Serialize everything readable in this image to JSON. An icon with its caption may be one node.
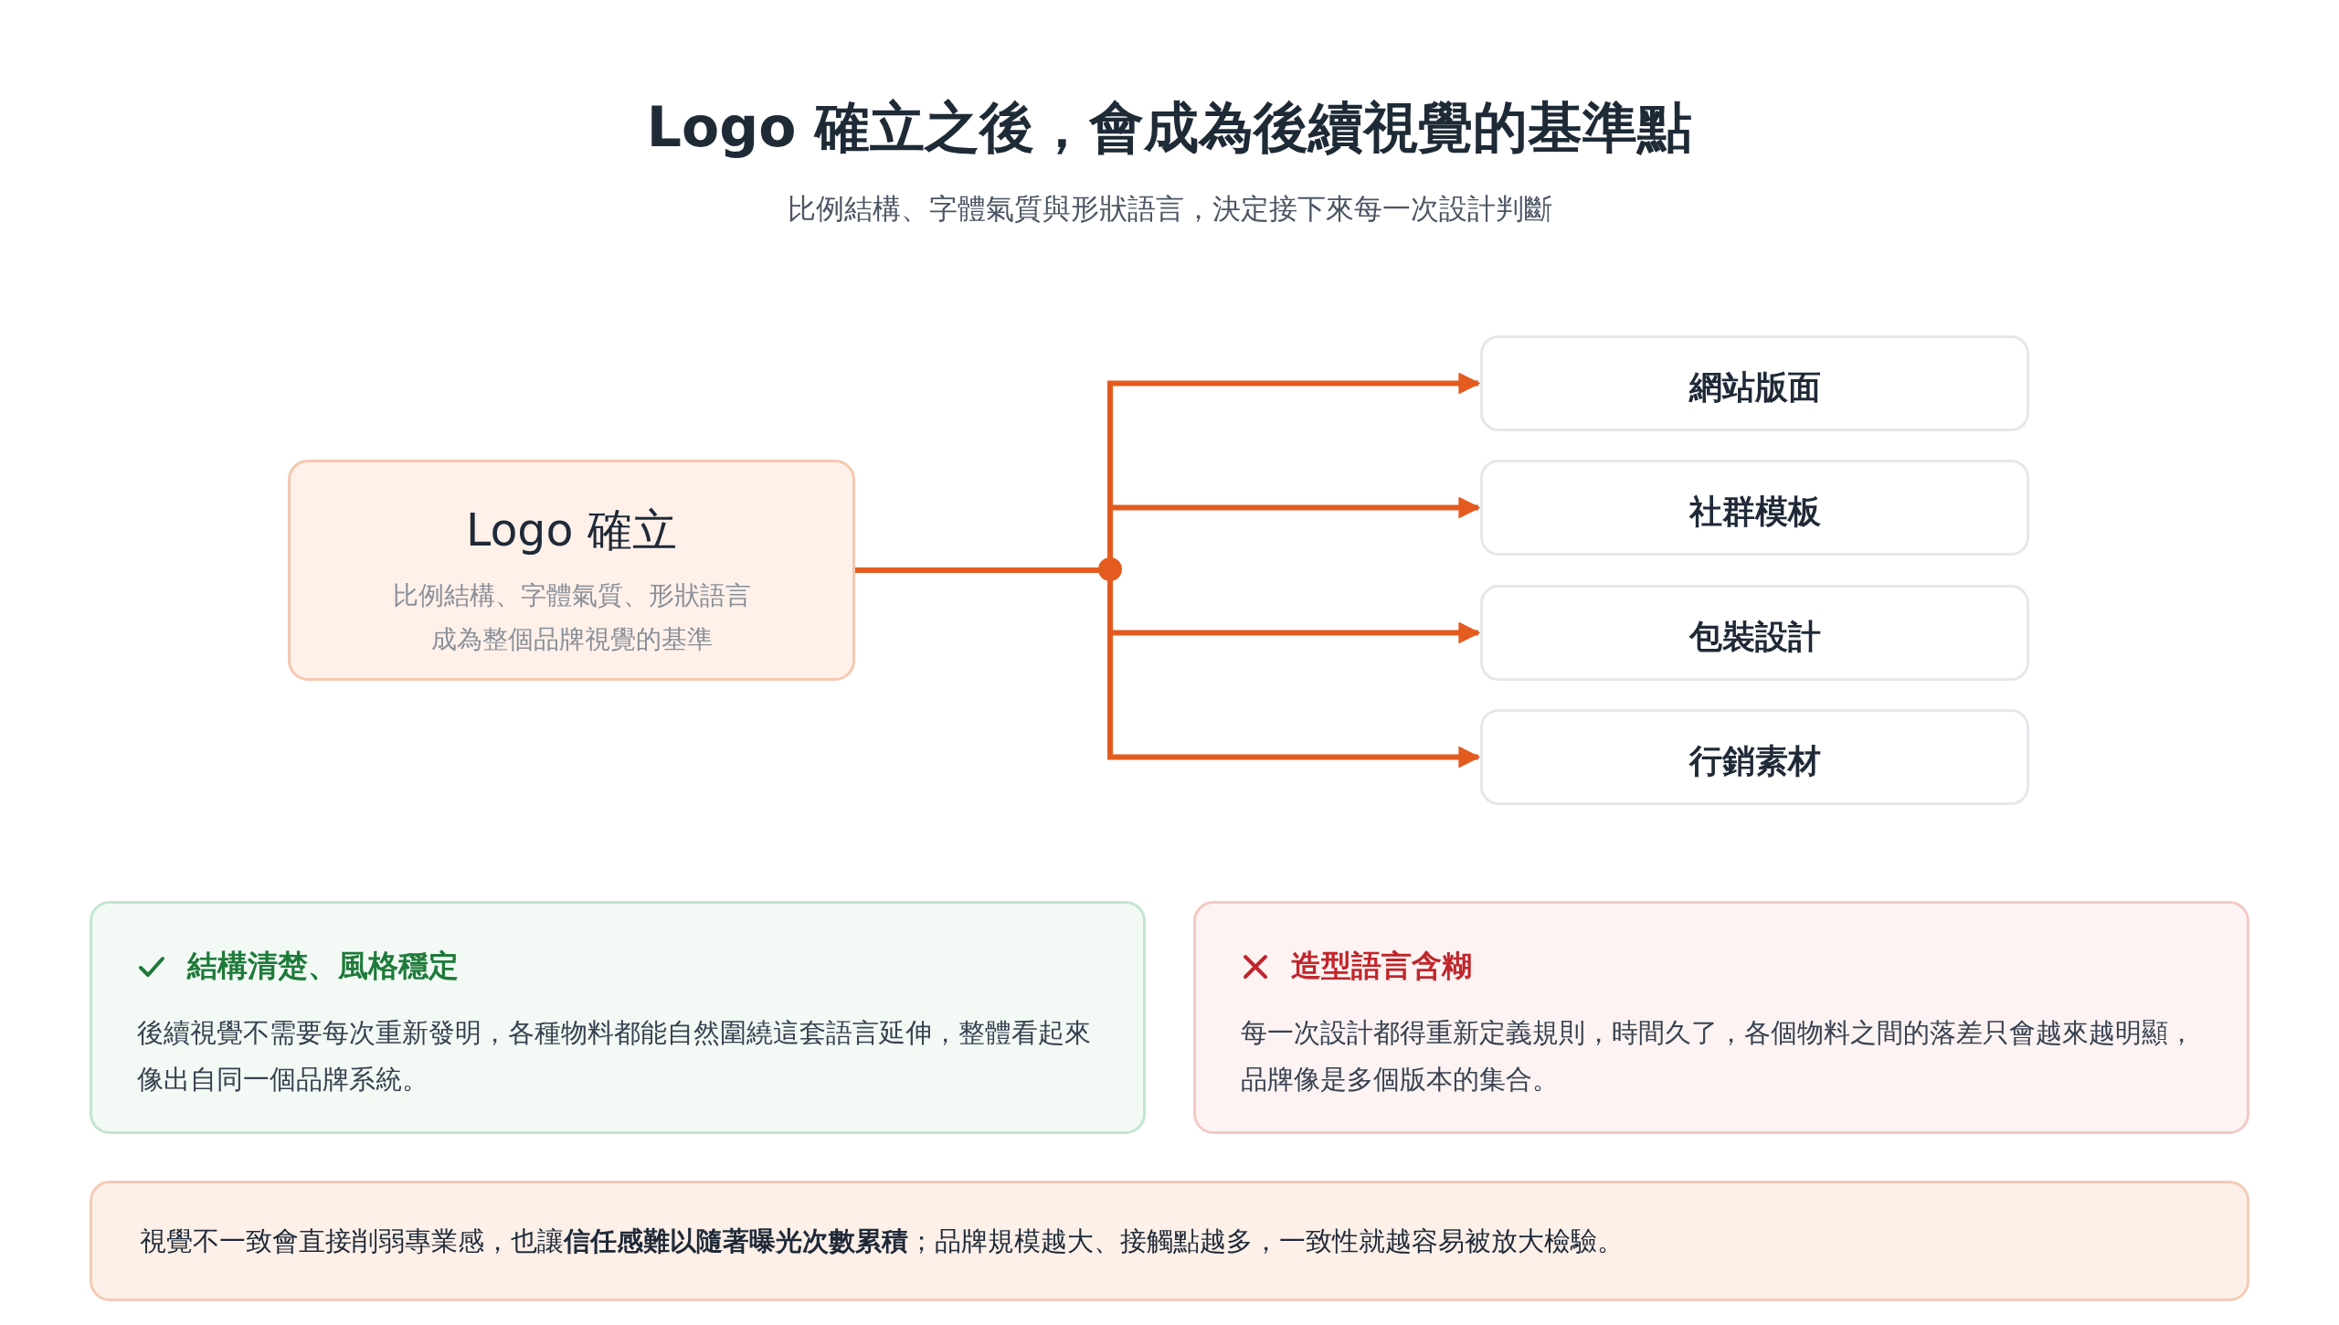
{
  "diagram": {
    "title": "Logo 確立之後，會成為後續視覺的基準點",
    "nodes": [
      {
        "text": [
          "Logo 確立",
          "比例結構、字體氣質、形狀語言成為整個品牌視覺的基準"
        ]
      },
      {
        "text": [
          "網站版面"
        ]
      },
      {
        "text": [
          "社群模板"
        ]
      },
      {
        "text": [
          "包裝設計"
        ]
      },
      {
        "text": [
          "行銷素材"
        ]
      },
      {
        "text": [
          "結構清楚、風格穩定",
          "後續視覺不需要每次重新發明，各種物料都能自然圍繞這套語言延伸，整體看起來像出自同一個品牌系統。"
        ]
      },
      {
        "text": [
          "造型語言含糊",
          "每一次設計都得重新定義規則，時間久了，各個物料之間的落差只會越來越明顯，品牌像是多個版本的集合。"
        ]
      },
      {
        "text": [
          "視覺不一致會直接削弱專業感，也讓**信任感難以隨著曝光次數累積**；品牌規模越大、接觸點越多，一致性就越容易被放大檢驗。"
        ]
      }
    ],
    "edges": [
      {
        "from": 0,
        "to": 1,
        "arrow": "to"
      },
      {
        "from": 0,
        "to": 2,
        "arrow": "to"
      },
      {
        "from": 0,
        "to": 3,
        "arrow": "to"
      },
      {
        "from": 0,
        "to": 4,
        "arrow": "to"
      }
    ],
    "labels": [
      "比例結構、字體氣質與形狀語言，決定接下來每一次設計判斷"
    ]
  }
}
